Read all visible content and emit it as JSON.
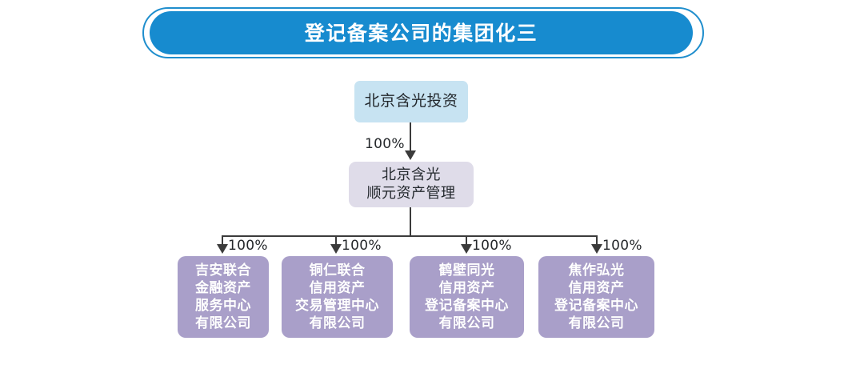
{
  "banner": {
    "title": "登记备案公司的集团化三",
    "fill_color": "#178bcf",
    "ring_color": "#1f8ecd",
    "text_color": "#ffffff"
  },
  "diagram": {
    "type": "org-chart",
    "root": {
      "label": "北京含光投资",
      "fill_color": "#c7e3f2",
      "text_color": "#23282d"
    },
    "mid": {
      "label": "北京含光\n顺元资产管理",
      "fill_color": "#dfdce9",
      "text_color": "#23282d"
    },
    "edges": {
      "root_to_mid": "100%",
      "mid_to_leaf_1": "100%",
      "mid_to_leaf_2": "100%",
      "mid_to_leaf_3": "100%",
      "mid_to_leaf_4": "100%"
    },
    "leaves": [
      {
        "label": "吉安联合\n金融资产\n服务中心\n有限公司",
        "fill_color": "#a99fc9",
        "text_color": "#ffffff"
      },
      {
        "label": "铜仁联合\n信用资产\n交易管理中心\n有限公司",
        "fill_color": "#a99fc9",
        "text_color": "#ffffff"
      },
      {
        "label": "鹤壁同光\n信用资产\n登记备案中心\n有限公司",
        "fill_color": "#a99fc9",
        "text_color": "#ffffff"
      },
      {
        "label": "焦作弘光\n信用资产\n登记备案中心\n有限公司",
        "fill_color": "#a99fc9",
        "text_color": "#ffffff"
      }
    ]
  }
}
